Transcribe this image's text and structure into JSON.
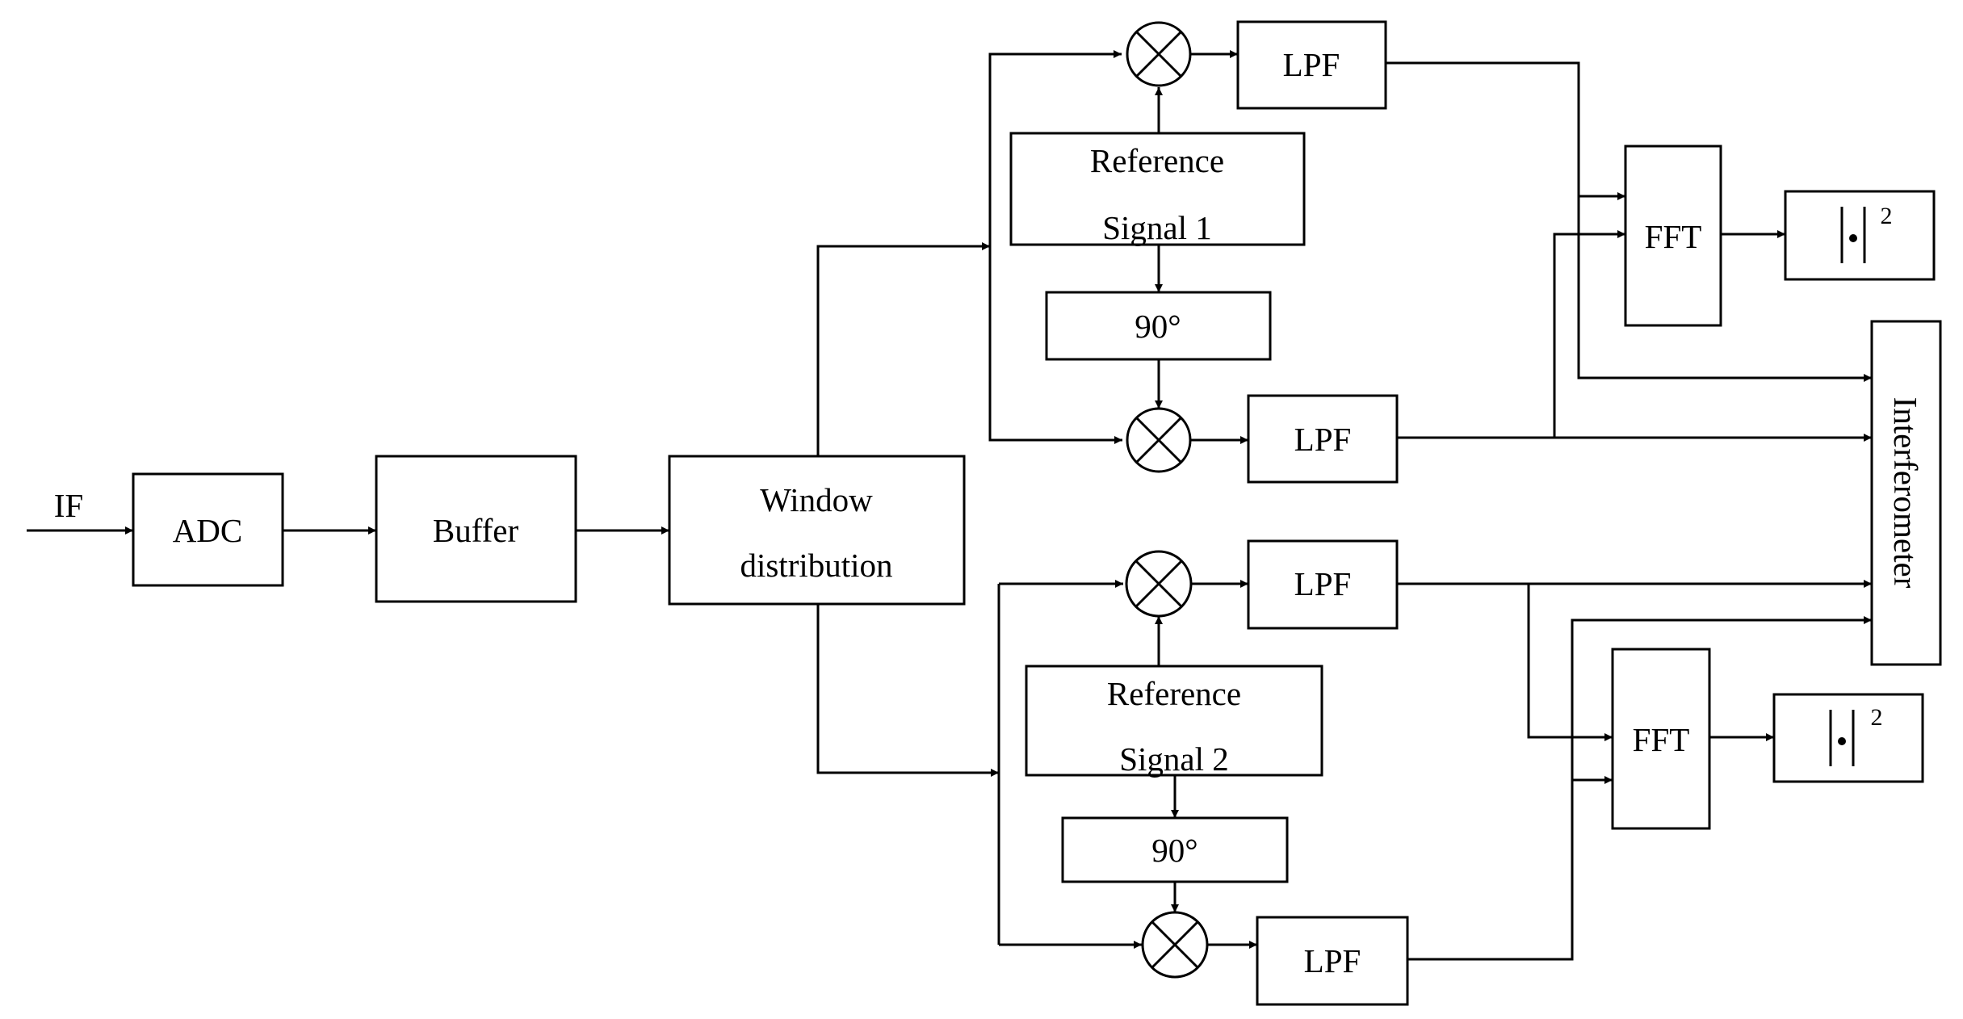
{
  "input_label": "IF",
  "blocks": {
    "adc": "ADC",
    "buffer": "Buffer",
    "window_line1": "Window",
    "window_line2": "distribution",
    "ref1_line1": "Reference",
    "ref1_line2": "Signal  1",
    "ref2_line1": "Reference",
    "ref2_line2": "Signal  2",
    "phase_shift": "90°",
    "lpf": "LPF",
    "fft": "FFT",
    "magnitude_superscript": "2",
    "interferometer": "Interferometer"
  }
}
